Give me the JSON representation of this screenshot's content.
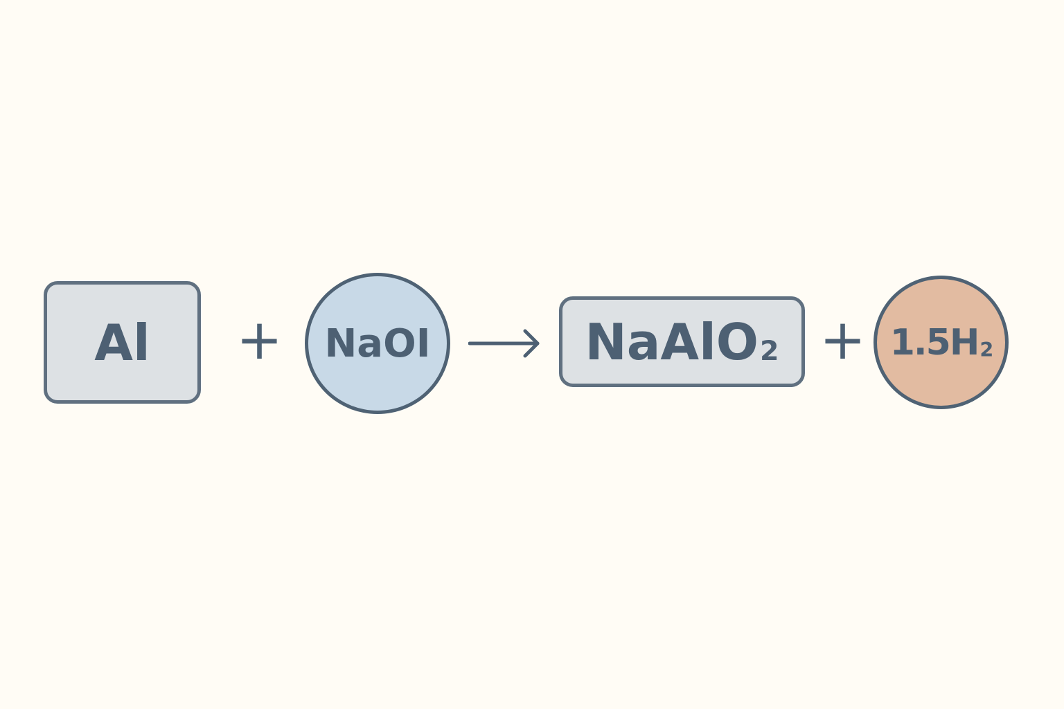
{
  "reaction": {
    "reactants": [
      {
        "formula": "Al",
        "shape": "box"
      },
      {
        "formula": "NaOI",
        "shape": "circle"
      }
    ],
    "products": [
      {
        "formula": "NaAlO",
        "subscript": "2",
        "shape": "box"
      },
      {
        "formula": "1.5H",
        "subscript": "2",
        "shape": "circle"
      }
    ],
    "plus": "+",
    "arrow_icon": "right-arrow-icon"
  },
  "colors": {
    "background": "#fffcf5",
    "box_fill": "#dde1e4",
    "naoh_fill": "#c8d9e7",
    "h2_fill": "#e2bba1",
    "stroke": "#607080",
    "text": "#4d6073"
  }
}
